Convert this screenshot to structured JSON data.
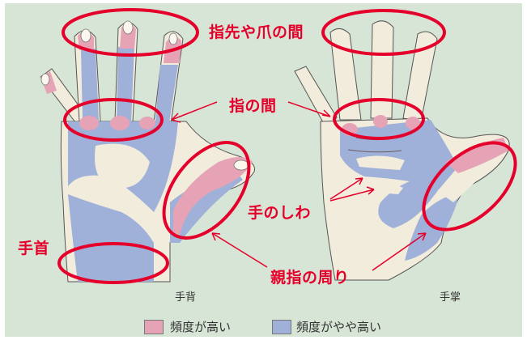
{
  "labels": {
    "fingertips": "指先や爪の間",
    "between_fingers": "指の間",
    "palm_creases": "手のしわ",
    "wrist": "手首",
    "thumb_area": "親指の周り"
  },
  "hands": {
    "back": "手背",
    "palm": "手掌"
  },
  "legend": [
    {
      "text": "頻度が高い",
      "color": "#e7a3b6"
    },
    {
      "text": "頻度がやや高い",
      "color": "#9fb0d9"
    }
  ],
  "colors": {
    "background": "#d7e5d6",
    "skin": "#f1ecdc",
    "high_frequency": "#e7a3b6",
    "somewhat_high_frequency": "#9fb0d9",
    "annotation": "#e4002b"
  }
}
